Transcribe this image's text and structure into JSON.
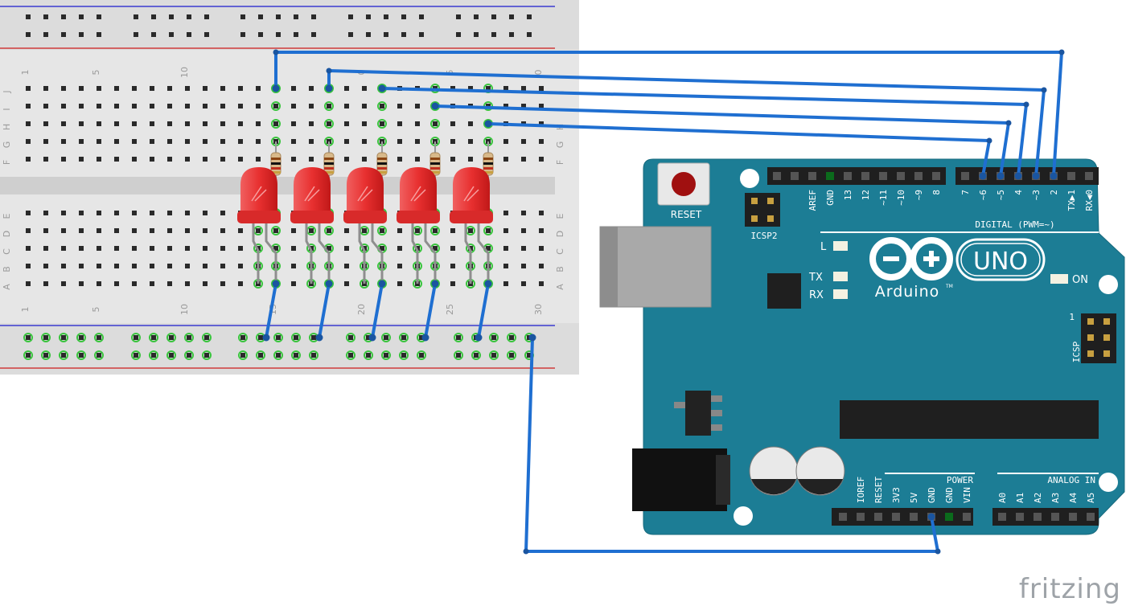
{
  "breadboard": {
    "column_numbers": [
      "1",
      "5",
      "10",
      "15",
      "20",
      "25",
      "30"
    ],
    "top_column_numbers": [
      "1",
      "5",
      "10",
      "0",
      "5",
      "0"
    ],
    "row_letters_top": [
      "J",
      "I",
      "H",
      "G",
      "F"
    ],
    "row_letters_bottom": [
      "E",
      "D",
      "C",
      "B",
      "A"
    ]
  },
  "arduino": {
    "reset_label": "RESET",
    "icsp2_label": "ICSP2",
    "icsp_label": "ICSP",
    "icsp_pin1": "1",
    "brand": "Arduino",
    "model": "UNO",
    "tm": "TM",
    "led_labels": {
      "l": "L",
      "tx": "TX",
      "rx": "RX",
      "on": "ON"
    },
    "header_left_pins": [
      "AREF",
      "GND",
      "13",
      "12",
      "~11",
      "~10",
      "~9",
      "8"
    ],
    "header_right_pins": [
      "7",
      "~6",
      "~5",
      "4",
      "~3",
      "2",
      "TX▶1",
      "RX◀0"
    ],
    "digital_label": "DIGITAL (PWM=~)",
    "power_label": "POWER",
    "power_pins": [
      "IOREF",
      "RESET",
      "3V3",
      "5V",
      "GND",
      "GND",
      "VIN"
    ],
    "analog_label": "ANALOG IN",
    "analog_pins": [
      "A0",
      "A1",
      "A2",
      "A3",
      "A4",
      "A5"
    ]
  },
  "colors": {
    "wire": "#1f6fd1",
    "board": "#1c7d95",
    "led": "#e83030",
    "breadboard": "#e6e6e6"
  },
  "watermark": "fritzing"
}
